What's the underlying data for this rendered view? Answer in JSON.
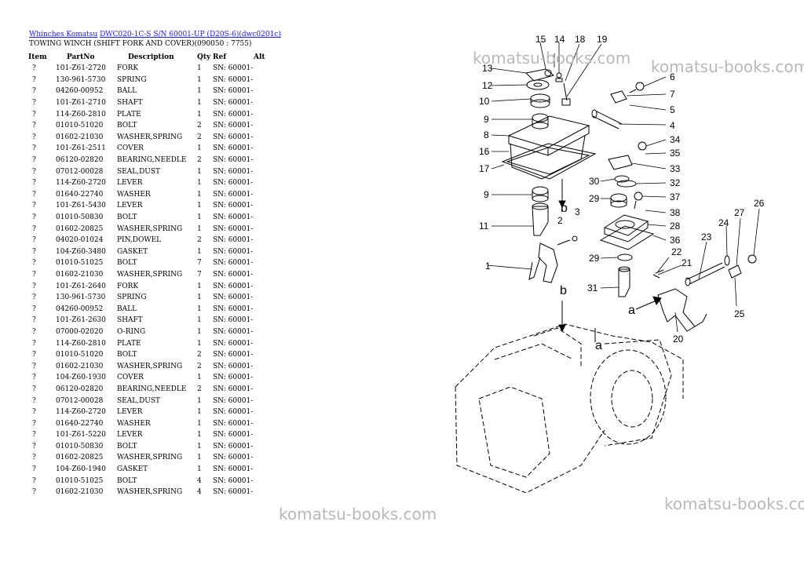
{
  "breadcrumb": {
    "brand": "Whinches Komatsu",
    "model": "DWC020-1C-S S/N 60001-UP (D20S-6)(dwc0201c)"
  },
  "title": "TOWING WINCH (SHIFT FORK AND COVER)(090050 : 7755)",
  "columns": [
    "Item",
    "PartNo",
    "Description",
    "Qty",
    "Ref",
    "Alt"
  ],
  "parts": [
    {
      "item": "?",
      "part": "101-Z61-2720",
      "desc": "FORK",
      "qty": "1",
      "ref": "SN: 60001-"
    },
    {
      "item": "?",
      "part": "130-961-5730",
      "desc": "SPRING",
      "qty": "1",
      "ref": "SN: 60001-"
    },
    {
      "item": "?",
      "part": "04260-00952",
      "desc": "BALL",
      "qty": "1",
      "ref": "SN: 60001-"
    },
    {
      "item": "?",
      "part": "101-Z61-2710",
      "desc": "SHAFT",
      "qty": "1",
      "ref": "SN: 60001-"
    },
    {
      "item": "?",
      "part": "114-Z60-2810",
      "desc": "PLATE",
      "qty": "1",
      "ref": "SN: 60001-"
    },
    {
      "item": "?",
      "part": "01010-51020",
      "desc": "BOLT",
      "qty": "2",
      "ref": "SN: 60001-"
    },
    {
      "item": "?",
      "part": "01602-21030",
      "desc": "WASHER,SPRING",
      "qty": "2",
      "ref": "SN: 60001-"
    },
    {
      "item": "?",
      "part": "101-Z61-2511",
      "desc": "COVER",
      "qty": "1",
      "ref": "SN: 60001-"
    },
    {
      "item": "?",
      "part": "06120-02820",
      "desc": "BEARING,NEEDLE",
      "qty": "2",
      "ref": "SN: 60001-"
    },
    {
      "item": "?",
      "part": "07012-00028",
      "desc": "SEAL,DUST",
      "qty": "1",
      "ref": "SN: 60001-"
    },
    {
      "item": "?",
      "part": "114-Z60-2720",
      "desc": "LEVER",
      "qty": "1",
      "ref": "SN: 60001-"
    },
    {
      "item": "?",
      "part": "01640-22740",
      "desc": "WASHER",
      "qty": "1",
      "ref": "SN: 60001-"
    },
    {
      "item": "?",
      "part": "101-Z61-5430",
      "desc": "LEVER",
      "qty": "1",
      "ref": "SN: 60001-"
    },
    {
      "item": "?",
      "part": "01010-50830",
      "desc": "BOLT",
      "qty": "1",
      "ref": "SN: 60001-"
    },
    {
      "item": "?",
      "part": "01602-20825",
      "desc": "WASHER,SPRING",
      "qty": "1",
      "ref": "SN: 60001-"
    },
    {
      "item": "?",
      "part": "04020-01024",
      "desc": "PIN,DOWEL",
      "qty": "2",
      "ref": "SN: 60001-"
    },
    {
      "item": "?",
      "part": "104-Z60-3480",
      "desc": "GASKET",
      "qty": "1",
      "ref": "SN: 60001-"
    },
    {
      "item": "?",
      "part": "01010-51025",
      "desc": "BOLT",
      "qty": "7",
      "ref": "SN: 60001-"
    },
    {
      "item": "?",
      "part": "01602-21030",
      "desc": "WASHER,SPRING",
      "qty": "7",
      "ref": "SN: 60001-"
    },
    {
      "item": "?",
      "part": "101-Z61-2640",
      "desc": "FORK",
      "qty": "1",
      "ref": "SN: 60001-"
    },
    {
      "item": "?",
      "part": "130-961-5730",
      "desc": "SPRING",
      "qty": "1",
      "ref": "SN: 60001-"
    },
    {
      "item": "?",
      "part": "04260-00952",
      "desc": "BALL",
      "qty": "1",
      "ref": "SN: 60001-"
    },
    {
      "item": "?",
      "part": "101-Z61-2630",
      "desc": "SHAFT",
      "qty": "1",
      "ref": "SN: 60001-"
    },
    {
      "item": "?",
      "part": "07000-02020",
      "desc": "O-RING",
      "qty": "1",
      "ref": "SN: 60001-"
    },
    {
      "item": "?",
      "part": "114-Z60-2810",
      "desc": "PLATE",
      "qty": "1",
      "ref": "SN: 60001-"
    },
    {
      "item": "?",
      "part": "01010-51020",
      "desc": "BOLT",
      "qty": "2",
      "ref": "SN: 60001-"
    },
    {
      "item": "?",
      "part": "01602-21030",
      "desc": "WASHER,SPRING",
      "qty": "2",
      "ref": "SN: 60001-"
    },
    {
      "item": "?",
      "part": "104-Z60-1930",
      "desc": "COVER",
      "qty": "1",
      "ref": "SN: 60001-"
    },
    {
      "item": "?",
      "part": "06120-02820",
      "desc": "BEARING,NEEDLE",
      "qty": "2",
      "ref": "SN: 60001-"
    },
    {
      "item": "?",
      "part": "07012-00028",
      "desc": "SEAL,DUST",
      "qty": "1",
      "ref": "SN: 60001-"
    },
    {
      "item": "?",
      "part": "114-Z60-2720",
      "desc": "LEVER",
      "qty": "1",
      "ref": "SN: 60001-"
    },
    {
      "item": "?",
      "part": "01640-22740",
      "desc": "WASHER",
      "qty": "1",
      "ref": "SN: 60001-"
    },
    {
      "item": "?",
      "part": "101-Z61-5220",
      "desc": "LEVER",
      "qty": "1",
      "ref": "SN: 60001-"
    },
    {
      "item": "?",
      "part": "01010-50830",
      "desc": "BOLT",
      "qty": "1",
      "ref": "SN: 60001-"
    },
    {
      "item": "?",
      "part": "01602-20825",
      "desc": "WASHER,SPRING",
      "qty": "1",
      "ref": "SN: 60001-"
    },
    {
      "item": "?",
      "part": "104-Z60-1940",
      "desc": "GASKET",
      "qty": "1",
      "ref": "SN: 60001-"
    },
    {
      "item": "?",
      "part": "01010-51025",
      "desc": "BOLT",
      "qty": "4",
      "ref": "SN: 60001-"
    },
    {
      "item": "?",
      "part": "01602-21030",
      "desc": "WASHER,SPRING",
      "qty": "4",
      "ref": "SN: 60001-"
    }
  ],
  "diagram": {
    "callouts": [
      "15",
      "14",
      "18",
      "19",
      "13",
      "6",
      "12",
      "7",
      "10",
      "5",
      "9",
      "4",
      "8",
      "34",
      "16",
      "35",
      "17",
      "33",
      "30",
      "32",
      "9",
      "29",
      "37",
      "11",
      "2",
      "3",
      "38",
      "28",
      "36",
      "27",
      "26",
      "24",
      "1",
      "23",
      "22",
      "29",
      "21",
      "31",
      "25",
      "20"
    ],
    "letters": [
      "b",
      "b",
      "a",
      "a"
    ]
  },
  "watermark": "komatsu-books.com"
}
